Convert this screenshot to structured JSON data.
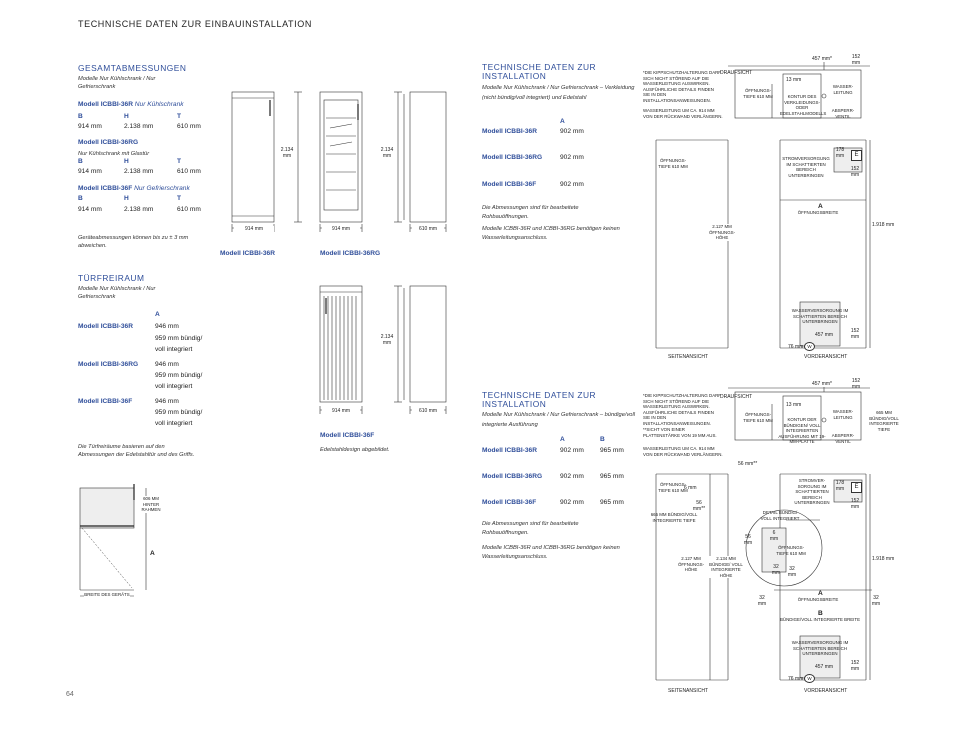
{
  "page": {
    "header": "Technische Daten zur Einbauinstallation",
    "number": "64"
  },
  "dims": {
    "title": "Gesamtabmessungen",
    "intro": "Modelle Nur Kühlschrank / Nur Gefrierschrank",
    "col_b": "B",
    "col_h": "H",
    "col_t": "T",
    "models": [
      {
        "code": "Modell ICBBI-36R",
        "desc": "Nur Kühlschrank",
        "b": "914 mm",
        "h": "2.138 mm",
        "t": "610 mm"
      },
      {
        "code": "Modell ICBBI-36RG",
        "desc": "Nur Kühlschrank mit Glastür",
        "b": "914 mm",
        "h": "2.138 mm",
        "t": "610 mm"
      },
      {
        "code": "Modell ICBBI-36F",
        "desc": "Nur Gefrierschrank",
        "b": "914 mm",
        "h": "2.138 mm",
        "t": "610 mm"
      }
    ],
    "note": "Geräteabmessungen können bis zu ± 3 mm abweichen."
  },
  "clear": {
    "title": "Türfreiraum",
    "intro": "Modelle Nur Kühlschrank / Nur Gefrierschrank",
    "col_a": "A",
    "rows": [
      {
        "code": "Modell ICBBI-36R",
        "v1": "946 mm",
        "v2": "959 mm bündig/",
        "v3": "voll integriert"
      },
      {
        "code": "Modell ICBBI-36RG",
        "v1": "946 mm",
        "v2": "959 mm bündig/",
        "v3": "voll integriert"
      },
      {
        "code": "Modell ICBBI-36F",
        "v1": "946 mm",
        "v2": "959 mm bündig/",
        "v3": "voll integriert"
      }
    ],
    "note": "Die Türfreiräume basieren auf den Abmessungen der Edelstahltür und des Griffs.",
    "lbl_depth": "606 mm HINTER RAHMEN",
    "lbl_a": "A",
    "lbl_width": "BREITE DES GERÄTS"
  },
  "figs": {
    "r": "Modell ICBBI-36R",
    "rg": "Modell ICBBI-36RG",
    "f": "Modell ICBBI-36F",
    "f_note": "Edelstahldesign abgebildet.",
    "h": "2.134 mm",
    "w": "914 mm",
    "d": "610 mm"
  },
  "inst1": {
    "title": "Technische Daten zur Installation",
    "intro": "Modelle Nur Kühlschrank / Nur Gefrierschrank – Verkleidung (nicht bündig/voll integriert) und Edelstahl",
    "col_a": "A",
    "rows": [
      {
        "code": "Modell ICBBI-36R",
        "a": "902 mm"
      },
      {
        "code": "Modell ICBBI-36RG",
        "a": "902 mm"
      },
      {
        "code": "Modell ICBBI-36F",
        "a": "902 mm"
      }
    ],
    "note1": "Die Abmessungen sind für bearbeitete Rohbauöffnungen.",
    "note2": "Modelle ICBBI-36R und ICBBI-36RG benötigen keinen Wasserleitungsanschluss."
  },
  "inst2": {
    "title": "Technische Daten zur Installation",
    "intro": "Modelle Nur Kühlschrank / Nur Gefrierschrank – bündige/voll integrierte Ausführung",
    "col_a": "A",
    "col_b": "B",
    "rows": [
      {
        "code": "Modell ICBBI-36R",
        "a": "902 mm",
        "b": "965 mm"
      },
      {
        "code": "Modell ICBBI-36RG",
        "a": "902 mm",
        "b": "965 mm"
      },
      {
        "code": "Modell ICBBI-36F",
        "a": "902 mm",
        "b": "965 mm"
      }
    ],
    "note1": "Die Abmessungen sind für bearbeitete Rohbauöffnungen.",
    "note2": "Modelle ICBBI-36R und ICBBI-36RG benötigen keinen Wasserleitungsanschluss."
  },
  "d1": {
    "note_a": "*DIE KIPPSCHUTZHALTERUNG DARF SICH NICHT STÖREND AUF DIE WASSERLEITUNG AUSWIRKEN. AUSFÜHRLICHE DETAILS FINDEN SIE IN DEN INSTALLATIONSANWEISUNGEN.",
    "note_b": "WASSERLEITUNG UM CA. 914 MM VON DER RÜCKWAND VERLÄNGERN.",
    "top": "DRAUFSICHT",
    "d457": "457 mm*",
    "d152": "152 mm",
    "d13": "13 mm",
    "tiefe": "ÖFFNUNGS-TIEFE 610 mm",
    "kontur": "KONTUR DES VERKLEIDUNGS- ODER EDELSTAHLMODELLS",
    "wasser": "WASSER-LEITUNG",
    "absperr": "ABSPERR-VENTIL",
    "tiefe2": "ÖFFNUNGS-TIEFE 610 mm",
    "strom": "STROMVERSORGUNG IM SCHATTIERTEN BEREICH UNTERBRINGEN",
    "d178": "178 mm",
    "e": "E",
    "d152b": "152 mm",
    "a": "A",
    "breite": "ÖFFNUNGSBREITE",
    "hoehe": "2.127 mm ÖFFNUNGS-HÖHE",
    "d1918": "1.918 mm",
    "wasserv": "WASSERVERSORGUNG IM SCHATTIERTEN BEREICH UNTERBRINGEN",
    "d457b": "457 mm",
    "w": "W",
    "d152c": "152 mm",
    "d76": "76 mm",
    "side": "SEITENANSICHT",
    "front": "VORDERANSICHT"
  },
  "d2": {
    "note_a": "*DIE KIPPSCHUTZHALTERUNG DARF SICH NICHT STÖREND AUF DIE WASSERLEITUNG AUSWIRKEN. AUSFÜHRLICHE DETAILS FINDEN SIE IN DEN INSTALLATIONSANWEISUNGEN.",
    "note_c": "**SICHT VON EINER PLATTENSTÄRKE VON 19 MM AUS.",
    "note_b": "WASSERLEITUNG UM CA. 914 MM VON DER RÜCKWAND VERLÄNGERN.",
    "top": "DRAUFSICHT",
    "d457": "457 mm*",
    "d152": "152 mm",
    "d13": "13 mm",
    "tiefe": "ÖFFNUNGS-TIEFE 610 mm",
    "kontur": "KONTUR DER BÜNDIGEN/ VOLL INTEGRIERTEN AUSFÜHRUNG MIT 19-mm-PLATTE",
    "wasser": "WASSER-LEITUNG",
    "absperr": "ABSPERR-VENTIL",
    "d665": "665 mm BÜNDIG/VOLL INTEGRIERTE TIEFE",
    "d56": "56 mm**",
    "d6": "6 mm",
    "tiefe2": "ÖFFNUNGS-TIEFE 610 mm",
    "d56b": "56 mm**",
    "d665b": "665 mm BÜNDIG/VOLL INTEGRIERTE TIEFE",
    "strom": "STROMVER-SORGUNG IM SCHATTIERTEN BEREICH UNTERBRINGEN",
    "d178": "178 mm",
    "e": "E",
    "d152b": "152 mm",
    "detail": "DETAIL BÜNDIG/ VOLL INTEGRIERT",
    "d56c": "56 mm",
    "d6b": "6 mm",
    "tiefe3": "ÖFFNUNGS-TIEFE 610 mm",
    "d32a": "32 mm",
    "d32b": "32 mm",
    "hoehe": "2.127 mm ÖFFNUNGS-HÖHE",
    "hoehe2": "2.134 mm BÜNDIGE/ VOLL INTEGRIERTE HÖHE",
    "d1918": "1.918 mm",
    "a": "A",
    "breite": "ÖFFNUNGSBREITE",
    "d32c": "32 mm",
    "d32d": "32 mm",
    "b": "B",
    "bbreite": "BÜNDIGE/VOLL INTEGRIERTE BREITE",
    "wasserv": "WASSERVERSORGUNG IM SCHATTIERTEN BEREICH UNTERBRINGEN",
    "d457b": "457 mm",
    "w": "W",
    "d152c": "152 mm",
    "d76": "76 mm",
    "side": "SEITENANSICHT",
    "front": "VORDERANSICHT"
  }
}
